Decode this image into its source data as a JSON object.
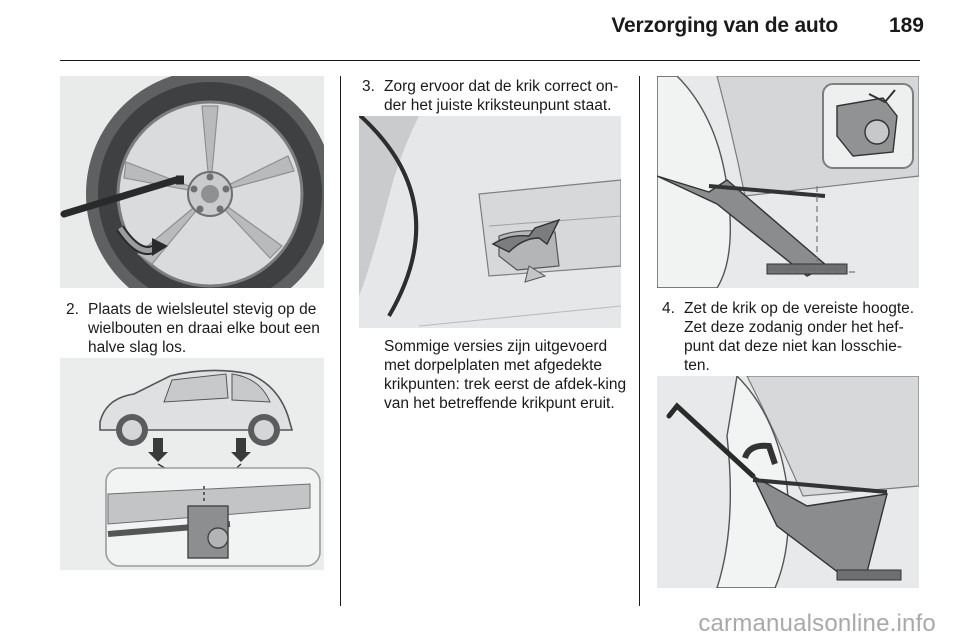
{
  "header": {
    "title": "Verzorging van de auto",
    "page_number": "189"
  },
  "steps": [
    {
      "number": "2.",
      "text": "Plaats de wielsleutel stevig op de wielbouten en draai elke bout een halve slag los."
    },
    {
      "number": "3.",
      "text": "Zorg ervoor dat de krik correct on-der het juiste kriksteunpunt staat."
    },
    {
      "number": "4.",
      "text": "Zet de krik op de vereiste hoogte. Zet deze zodanig onder het hef-punt dat deze niet kan losschie-ten."
    }
  ],
  "note": {
    "text": "Sommige versies zijn uitgevoerd met dorpelplaten met afgedekte krikpunten: trek eerst de afdek-king van het betreffende krikpunt eruit."
  },
  "watermark": "carmanualsonline.info"
}
